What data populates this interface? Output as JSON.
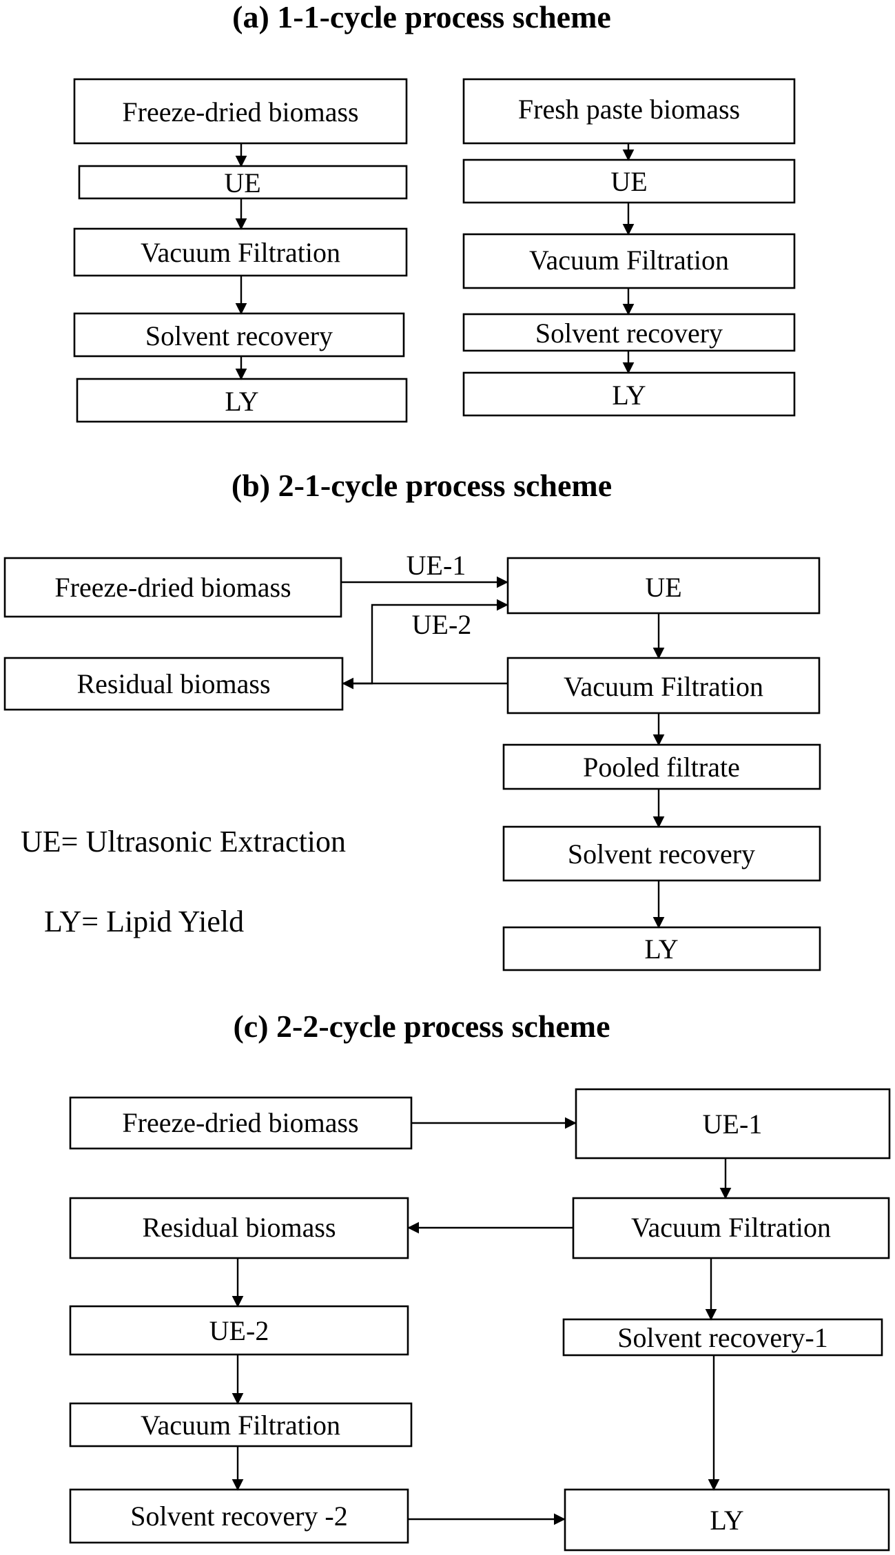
{
  "panels": {
    "a": {
      "title": "(a) 1-1-cycle process scheme",
      "left": [
        "Freeze-dried biomass",
        "UE",
        "Vacuum  Filtration",
        "Solvent recovery",
        "LY"
      ],
      "right": [
        "Fresh paste biomass",
        "UE",
        "Vacuum  Filtration",
        "Solvent recovery",
        "LY"
      ]
    },
    "b": {
      "title": "(b) 2-1-cycle process scheme",
      "nodes": {
        "freeze_dried": "Freeze-dried biomass",
        "residual": "Residual  biomass",
        "ue": "UE",
        "vacuum": "Vacuum  Filtration",
        "pooled": "Pooled filtrate",
        "solvent": "Solvent recovery",
        "ly": "LY"
      },
      "edge_labels": {
        "ue1": "UE-1",
        "ue2": "UE-2"
      },
      "legend": {
        "ue": "UE= Ultrasonic  Extraction",
        "ly": "LY= Lipid  Yield"
      }
    },
    "c": {
      "title": "(c) 2-2-cycle process scheme",
      "nodes": {
        "freeze_dried": "Freeze-dried biomass",
        "ue1": "UE-1",
        "residual": "Residual  biomass",
        "vacuum_right": "Vacuum  Filtration",
        "ue2": "UE-2",
        "solvent1": "Solvent recovery-1",
        "vacuum_left": "Vacuum  Filtration",
        "solvent2": "Solvent recovery -2",
        "ly": "LY"
      }
    }
  }
}
